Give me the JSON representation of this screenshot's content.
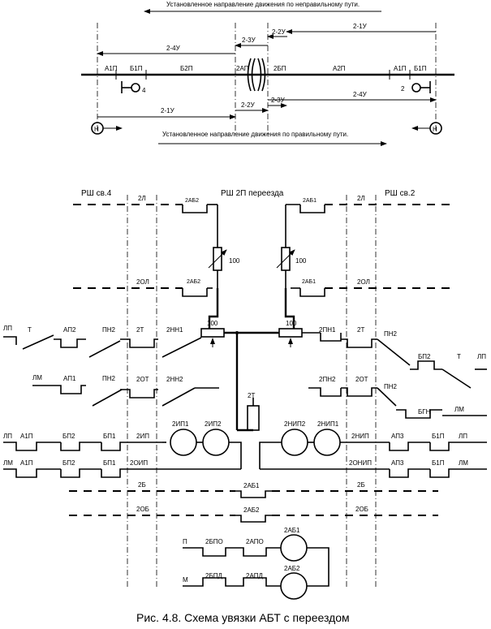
{
  "top": {
    "wrong_dir_text": "Установленное направление движения по неправильному пути.",
    "right_dir_text": "Установленное направление движения по правильному пути.",
    "points": [
      "А1П",
      "Б1П",
      "Б2П",
      "2АП",
      "2БП",
      "А2П",
      "А1П",
      "Б1П"
    ],
    "circuits": {
      "c1": "2-4У",
      "c2": "2-3У",
      "c3": "2-2У",
      "c4": "2-1У",
      "c5": "2-4У",
      "c6": "2-1У",
      "c7": "2-2У",
      "c8": "2-3У"
    },
    "signal_left_num": "4",
    "signal_right_num": "2",
    "h_label": "Н"
  },
  "mid": {
    "header_left": "РШ св.4",
    "header_center": "РШ 2П переезда",
    "header_right": "РШ св.2",
    "wire_2l_left": "2Л",
    "wire_2l_right": "2Л",
    "wire_2ol_left": "2ОЛ",
    "wire_2ol_right": "2ОЛ",
    "c_2ab2_a": "2АБ2",
    "c_2ab1_a": "2АБ1",
    "c_2ab2_b": "2АБ2",
    "c_2ab1_b": "2АБ1",
    "res_left": "100",
    "res_right": "100",
    "res_h_left": "100",
    "res_h_right": "100",
    "lp": "ЛП",
    "t": "Т",
    "ap2": "АП2",
    "pn2_l": "ПН2",
    "t2_l": "2Т",
    "nn1_l": "2НН1",
    "pn1_r": "2ПН1",
    "t2_r": "2Т",
    "pn2_r": "ПН2",
    "bp2_r": "БП2",
    "t_r": "Т",
    "lp_r": "ЛП",
    "lm": "ЛМ",
    "ap1": "АП1",
    "pn2_l2": "ПН2",
    "ot2_l": "2ОТ",
    "nn2_l": "2НН2",
    "pn2_r2": "2ПН2",
    "ot2_r": "2ОТ",
    "pn2_r3": "ПН2",
    "t2_coil": "2Т",
    "bgn": "БГН",
    "lm_r": "ЛМ"
  },
  "low": {
    "lp": "ЛП",
    "a1p": "А1П",
    "bp2": "БП2",
    "bp1": "БП1",
    "ip2": "2ИП",
    "lm": "ЛМ",
    "a1p2": "А1П",
    "bp2b": "БП2",
    "bp1b": "БП1",
    "oip2": "2ОИП",
    "ip1": "2ИП1",
    "ip2c": "2ИП2",
    "nip2": "2НИП2",
    "nip1": "2НИП1",
    "nip_r": "2НИП",
    "onip_r": "2ОНИП",
    "ap3": "АП3",
    "b1p": "Б1П",
    "lp_r": "ЛП",
    "ap3b": "АП3",
    "b1pb": "Б1П",
    "lm_r": "ЛМ",
    "b2": "2Б",
    "b2r": "2Б",
    "ab1": "2АБ1",
    "ob2": "2ОБ",
    "ob2r": "2ОБ",
    "ab2": "2АБ2",
    "p": "П",
    "m": "М",
    "bpo": "2БПО",
    "apo": "2АПО",
    "bpd": "2БПД",
    "apd": "2АПД",
    "coil1": "2АБ1",
    "coil2": "2АБ2"
  },
  "caption": "Рис. 4.8. Схема увязки АБТ с переездом"
}
